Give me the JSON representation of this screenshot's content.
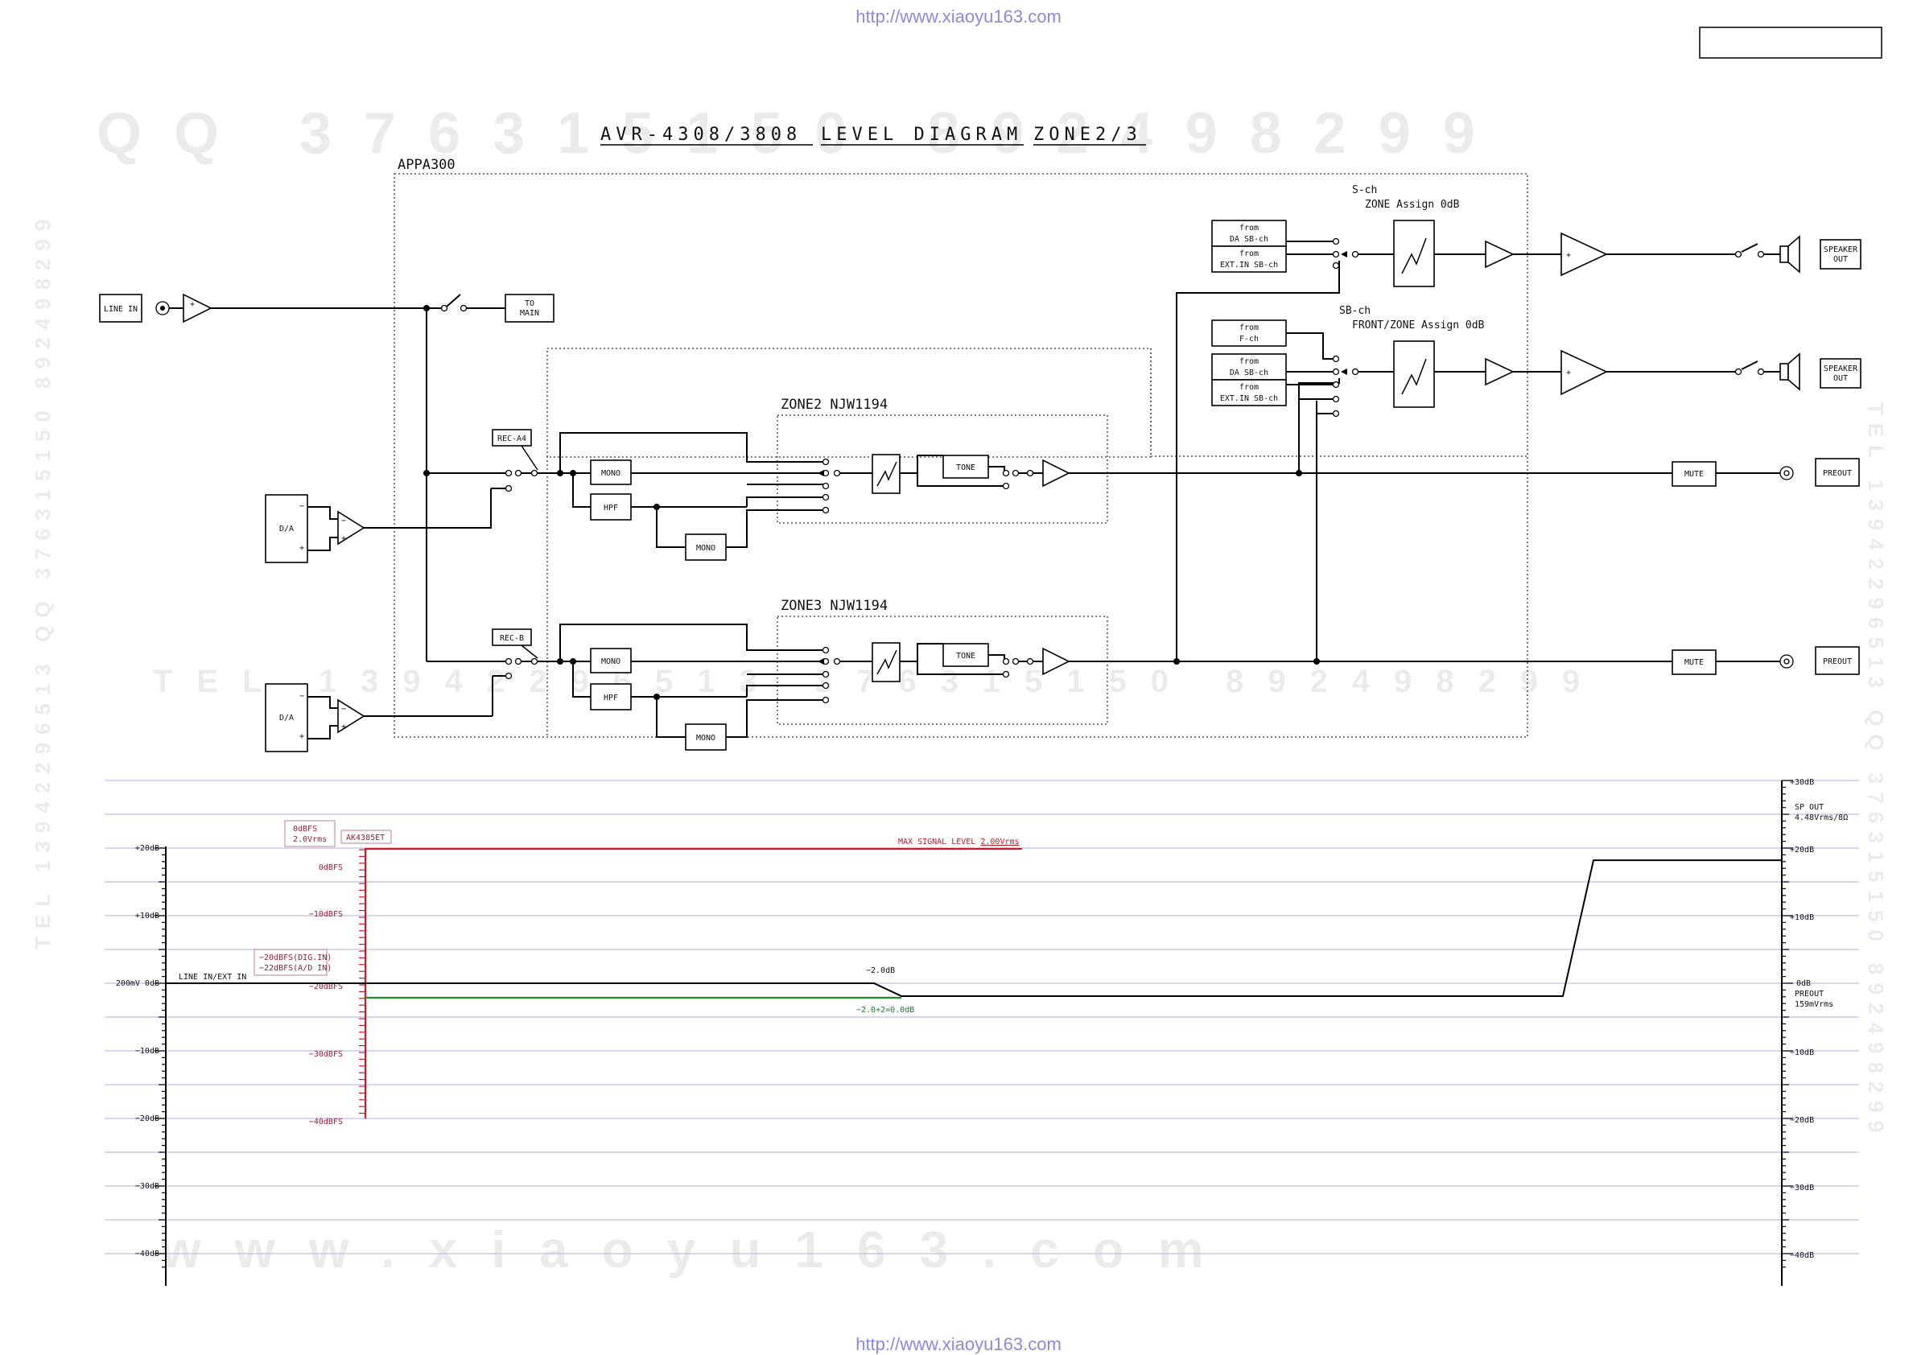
{
  "header": {
    "url_top": "http://www.xiaoyu163.com",
    "url_bottom": "http://www.xiaoyu163.com",
    "title_model": "AVR-4308/3808",
    "title_kind": "LEVEL DIAGRAM",
    "title_zone": "ZONE2/3"
  },
  "watermarks": {
    "qq_line": "QQ 376315150 892498299",
    "tel_line": "TEL 13942296513 376315150 892498299",
    "www_line": "www.xiaoyu163.com",
    "left_vertical": "TEL 13942296513 QQ 376315150 892498299",
    "right_vertical": "TEL 13942296513 QQ 376315150 892498299"
  },
  "blocks": {
    "appa300": "APPA300",
    "zone2_ic": "ZONE2  NJW1194",
    "zone3_ic": "ZONE3  NJW1194",
    "line_in": "LINE IN",
    "to_main_1": "TO",
    "to_main_2": "MAIN",
    "rec_a4": "REC-A4",
    "rec_b": "REC-B",
    "da": "D/A",
    "mono": "MONO",
    "hpf": "HPF",
    "tone": "TONE",
    "mute": "MUTE",
    "preout": "PREOUT",
    "speaker_out_1": "SPEAKER",
    "speaker_out_2": "OUT",
    "minus": "−",
    "plus": "+",
    "sch_label": "S-ch",
    "sch_assign": "ZONE Assign 0dB",
    "sbch_label": "SB-ch",
    "sbch_assign": "FRONT/ZONE Assign 0dB",
    "from": "from",
    "da_sbch": "DA SB-ch",
    "ext_in_sbch": "EXT.IN SB-ch",
    "f_ch": "F-ch"
  },
  "level": {
    "left_ticks": [
      "+20dB",
      "+10dB",
      "200mV  0dB",
      "−10dB",
      "−20dB",
      "−30dB",
      "−40dB"
    ],
    "right_ticks": [
      "+30dB",
      "+20dB",
      "+10dB",
      "0dB",
      "−10dB",
      "−20dB",
      "−30dB",
      "−40dB"
    ],
    "dbfs_ticks": [
      "0dBFS",
      "−10dBFS",
      "−20dBFS",
      "−30dBFS",
      "−40dBFS"
    ],
    "dbfs_ref_1": "0dBFS",
    "dbfs_ref_2": "2.0Vrms",
    "ak_chip": "AK4385ET",
    "line_in_ext": "LINE IN/EXT IN",
    "dig_in_1": "−20dBFS(DIG.IN)",
    "dig_in_2": "−22dBFS(A/D IN)",
    "max_signal": "MAX SIGNAL LEVEL ",
    "max_signal_value": "2.00Vrms",
    "minus2db": "−2.0dB",
    "calc": "−2.0+2=0.0dB",
    "sp_out_1": "SP OUT",
    "sp_out_2": "4.48Vrms/8Ω",
    "preout_1": "PREOUT",
    "preout_2": "159mVrms"
  },
  "colors": {
    "grid": "#c8c8ec",
    "max_line": "#cc1a2a",
    "adc_line": "#1a8a2a",
    "url": "#8a8ad8"
  }
}
